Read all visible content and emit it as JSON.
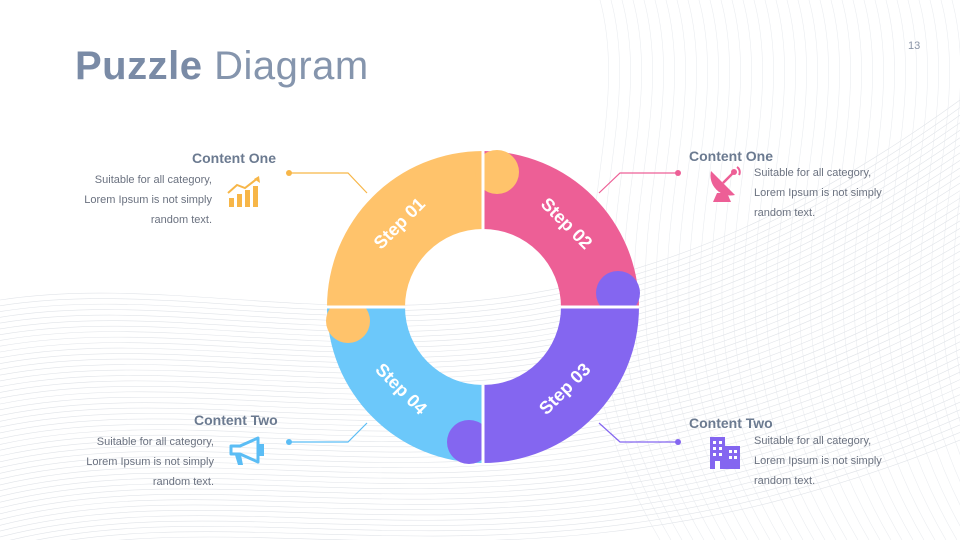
{
  "slide": {
    "page_number": "13"
  },
  "title": {
    "bold": "Puzzle",
    "regular": " Diagram"
  },
  "steps": [
    {
      "label": "Step 01",
      "color": "#ffc36b"
    },
    {
      "label": "Step 02",
      "color": "#ed5f96"
    },
    {
      "label": "Step 03",
      "color": "#8466f0"
    },
    {
      "label": "Step 04",
      "color": "#6cc8fa"
    }
  ],
  "callouts": [
    {
      "heading": "Content One",
      "text": "Suitable for all category, Lorem Ipsum is not simply random text.",
      "icon": "chart-growth-icon",
      "color": "#f7b648"
    },
    {
      "heading": "Content One",
      "text": "Suitable for all category, Lorem Ipsum is not simply random text.",
      "icon": "satellite-dish-icon",
      "color": "#ed5f96"
    },
    {
      "heading": "Content Two",
      "text": "Suitable for all category, Lorem Ipsum is not simply random text.",
      "icon": "building-icon",
      "color": "#8466f0"
    },
    {
      "heading": "Content Two",
      "text": "Suitable for all category, Lorem Ipsum is not simply random text.",
      "icon": "megaphone-icon",
      "color": "#5bbdf5"
    }
  ]
}
